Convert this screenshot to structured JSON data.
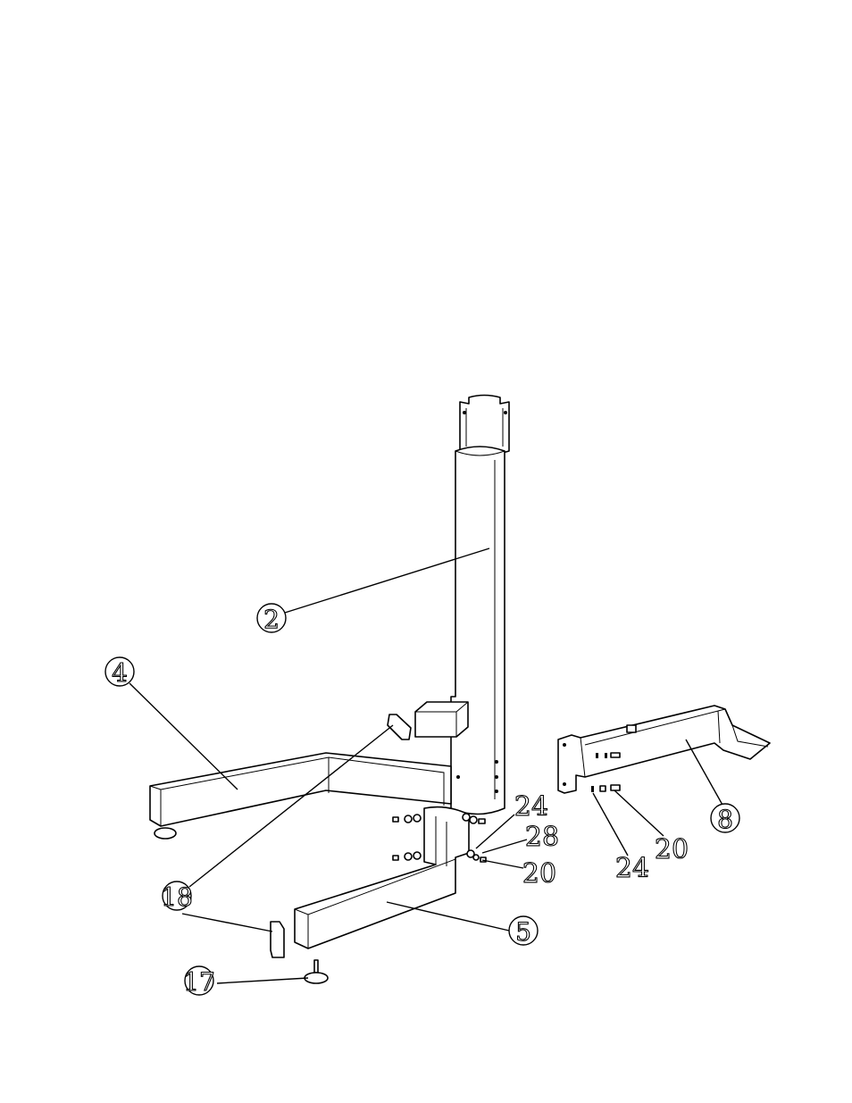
{
  "callouts": [
    {
      "id": "c2",
      "label": "2"
    },
    {
      "id": "c4",
      "label": "4"
    },
    {
      "id": "c18",
      "label": "18"
    },
    {
      "id": "c17",
      "label": "17"
    },
    {
      "id": "c5",
      "label": "5"
    },
    {
      "id": "c24a",
      "label": "24"
    },
    {
      "id": "c28",
      "label": "28"
    },
    {
      "id": "c20a",
      "label": "20"
    },
    {
      "id": "c8",
      "label": "8"
    },
    {
      "id": "c20b",
      "label": "20"
    },
    {
      "id": "c24b",
      "label": "24"
    }
  ]
}
